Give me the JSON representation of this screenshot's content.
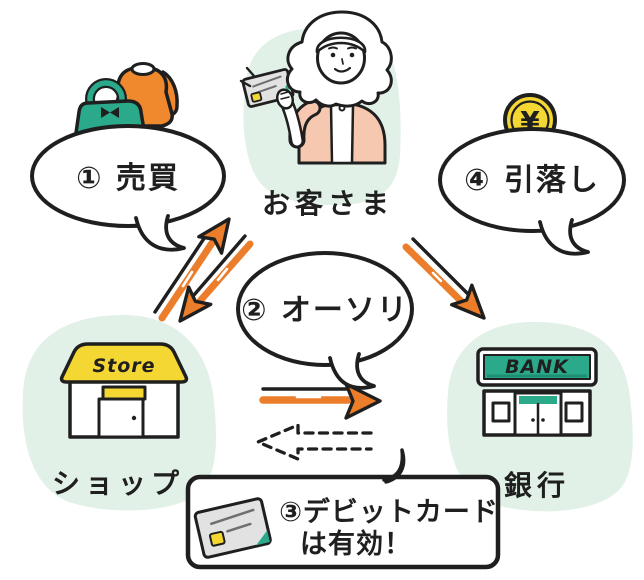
{
  "colors": {
    "outline": "#1f1f1f",
    "orange": "#ec7d2b",
    "sweater_orange": "#f0882e",
    "teal": "#2aa98b",
    "teal_dark": "#1f8f74",
    "yellow": "#f5d733",
    "mint": "#e2f1e8",
    "peach": "#f7c8b0",
    "card_gray": "#e2e2e2"
  },
  "bubbles": {
    "step1": {
      "label": "① 売買"
    },
    "step2": {
      "label": "② オーソリ"
    },
    "step4": {
      "label": "④ 引落し"
    }
  },
  "note": {
    "line1": "③デビットカード",
    "line2": "は有効！"
  },
  "nodes": {
    "customer": {
      "label": "お客さま"
    },
    "shop": {
      "label": "ショップ",
      "sign": "Store"
    },
    "bank": {
      "label": "銀行",
      "sign": "BANK"
    }
  },
  "coin": {
    "symbol": "¥"
  }
}
